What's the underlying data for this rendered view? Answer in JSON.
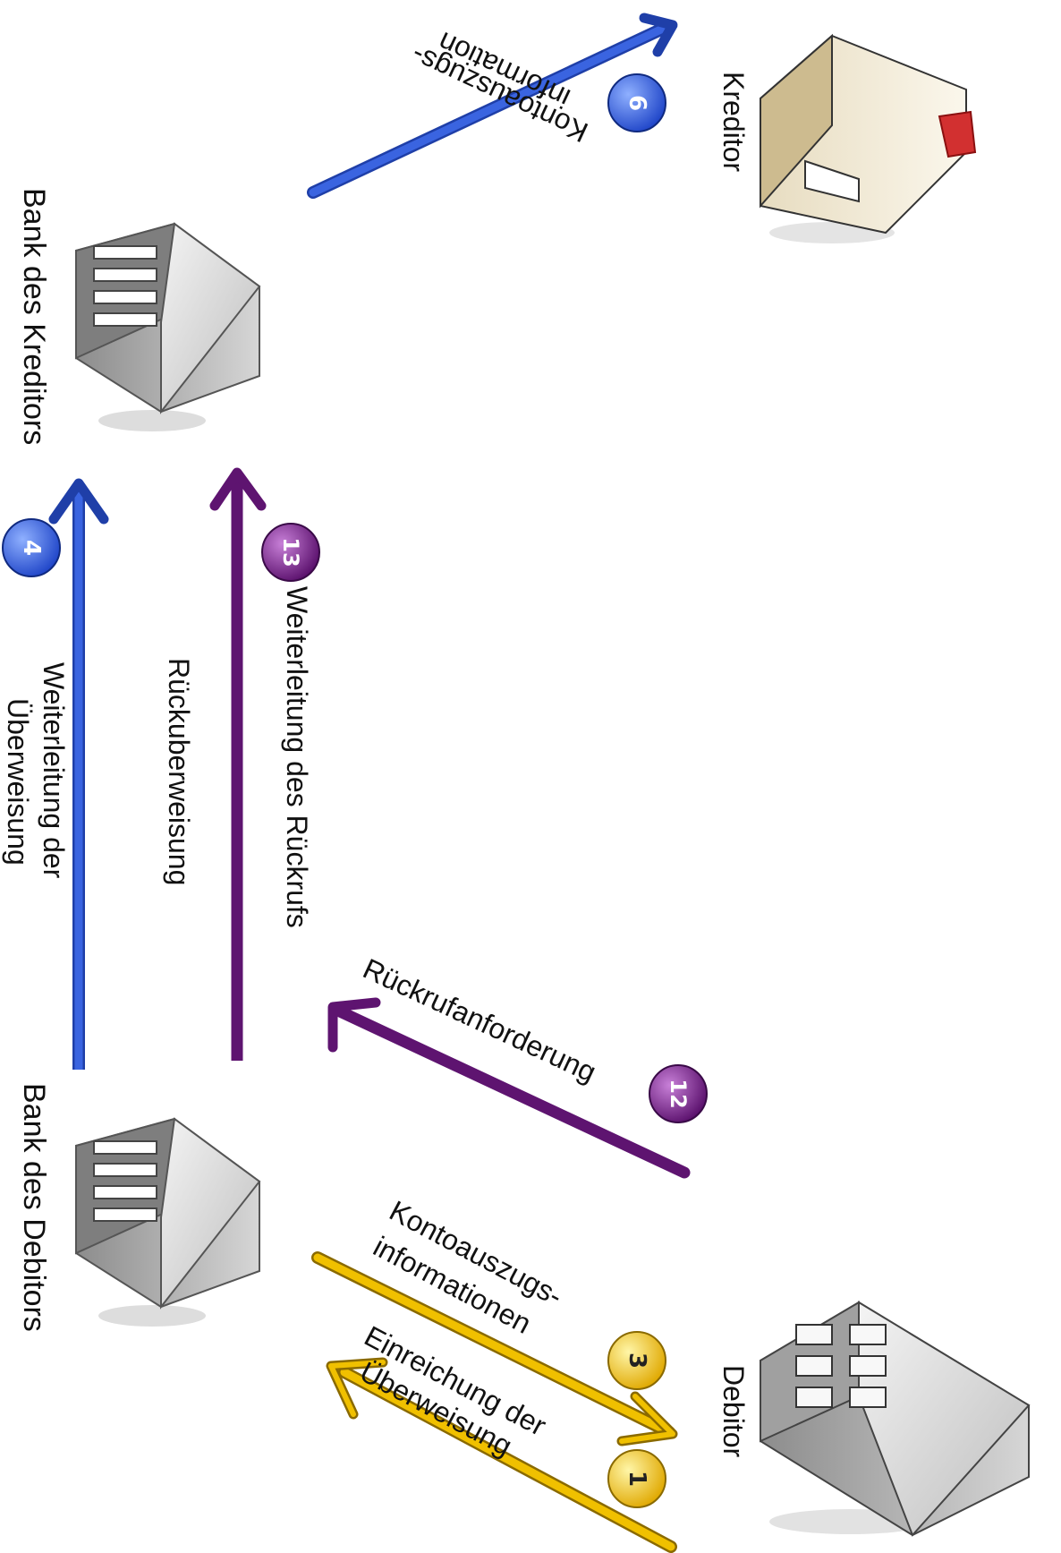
{
  "nodes": {
    "bank_kreditor": "Bank des Kreditors",
    "bank_debitor": "Bank des Debitors",
    "kreditor": "Kreditor",
    "debitor": "Debitor"
  },
  "steps": [
    {
      "number": "1",
      "label_lines": [
        "Einreichung der",
        "Überweisung"
      ],
      "color": "#f2c200"
    },
    {
      "number": "3",
      "label_lines": [
        "Kontoauszugs-",
        "informationen"
      ],
      "color": "#f2c200"
    },
    {
      "number": "4",
      "label_lines": [
        "Weiterleitung der",
        "Überweisung"
      ],
      "color": "#2f5bd8"
    },
    {
      "number": "6",
      "label_lines": [
        "Kontoauszugs-",
        "information"
      ],
      "color": "#2f5bd8"
    },
    {
      "number": "12",
      "label_lines": [
        "Rückrufanforderung"
      ],
      "color": "#6a1a7a"
    },
    {
      "number": "13",
      "label_lines": [
        "Weiterleitung des Rückrufs"
      ],
      "color": "#6a1a7a"
    }
  ],
  "unnumbered_labels": {
    "rueckueberweisung": "Rückuberweisung"
  },
  "colors": {
    "yellow_arrow": "#e8b400",
    "blue_arrow": "#2a55d6",
    "purple_arrow": "#5e1470",
    "building_gray": "#9a9a9a",
    "house_beige": "#d8c8a0",
    "roof_red": "#d23030"
  },
  "icons": {
    "bank_kreditor": "bank-building-icon",
    "bank_debitor": "bank-building-icon",
    "kreditor": "house-icon",
    "debitor": "office-building-icon"
  }
}
